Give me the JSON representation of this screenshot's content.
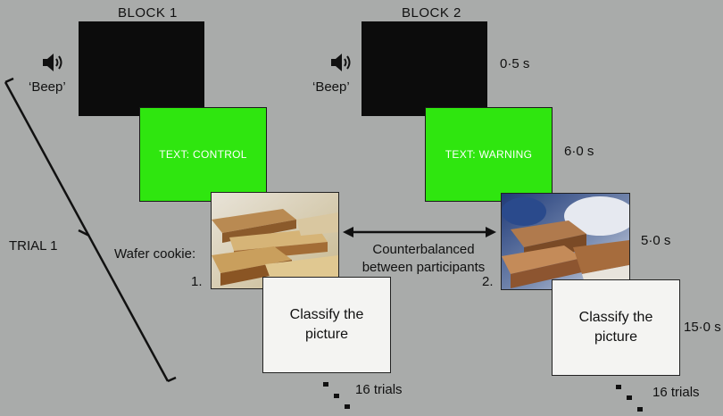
{
  "block1": {
    "title": "BLOCK 1",
    "beep": "‘Beep’",
    "text_screen": "TEXT: CONTROL",
    "stimulus_label": "Wafer cookie:",
    "stimulus_number": "1.",
    "classify": "Classify the picture",
    "trials": "16 trials"
  },
  "block2": {
    "title": "BLOCK 2",
    "beep": "‘Beep’",
    "text_screen": "TEXT: WARNING",
    "stimulus_number": "2.",
    "classify": "Classify the picture",
    "trials": "16 trials"
  },
  "durations": {
    "beep_screen": "0·5 s",
    "text_screen": "6·0 s",
    "picture": "5·0 s",
    "classify": "15·0 s"
  },
  "counterbalanced": "Counterbalanced between participants",
  "trial_label": "TRIAL 1",
  "icons": [
    "speaker-icon",
    "speaker-icon",
    "bracket",
    "double-arrow",
    "ellipsis-dots"
  ],
  "colors": {
    "background": "#a9abaa",
    "black_screen": "#0c0c0c",
    "green_screen": "#2fe60f",
    "white_screen": "#f4f4f2"
  }
}
